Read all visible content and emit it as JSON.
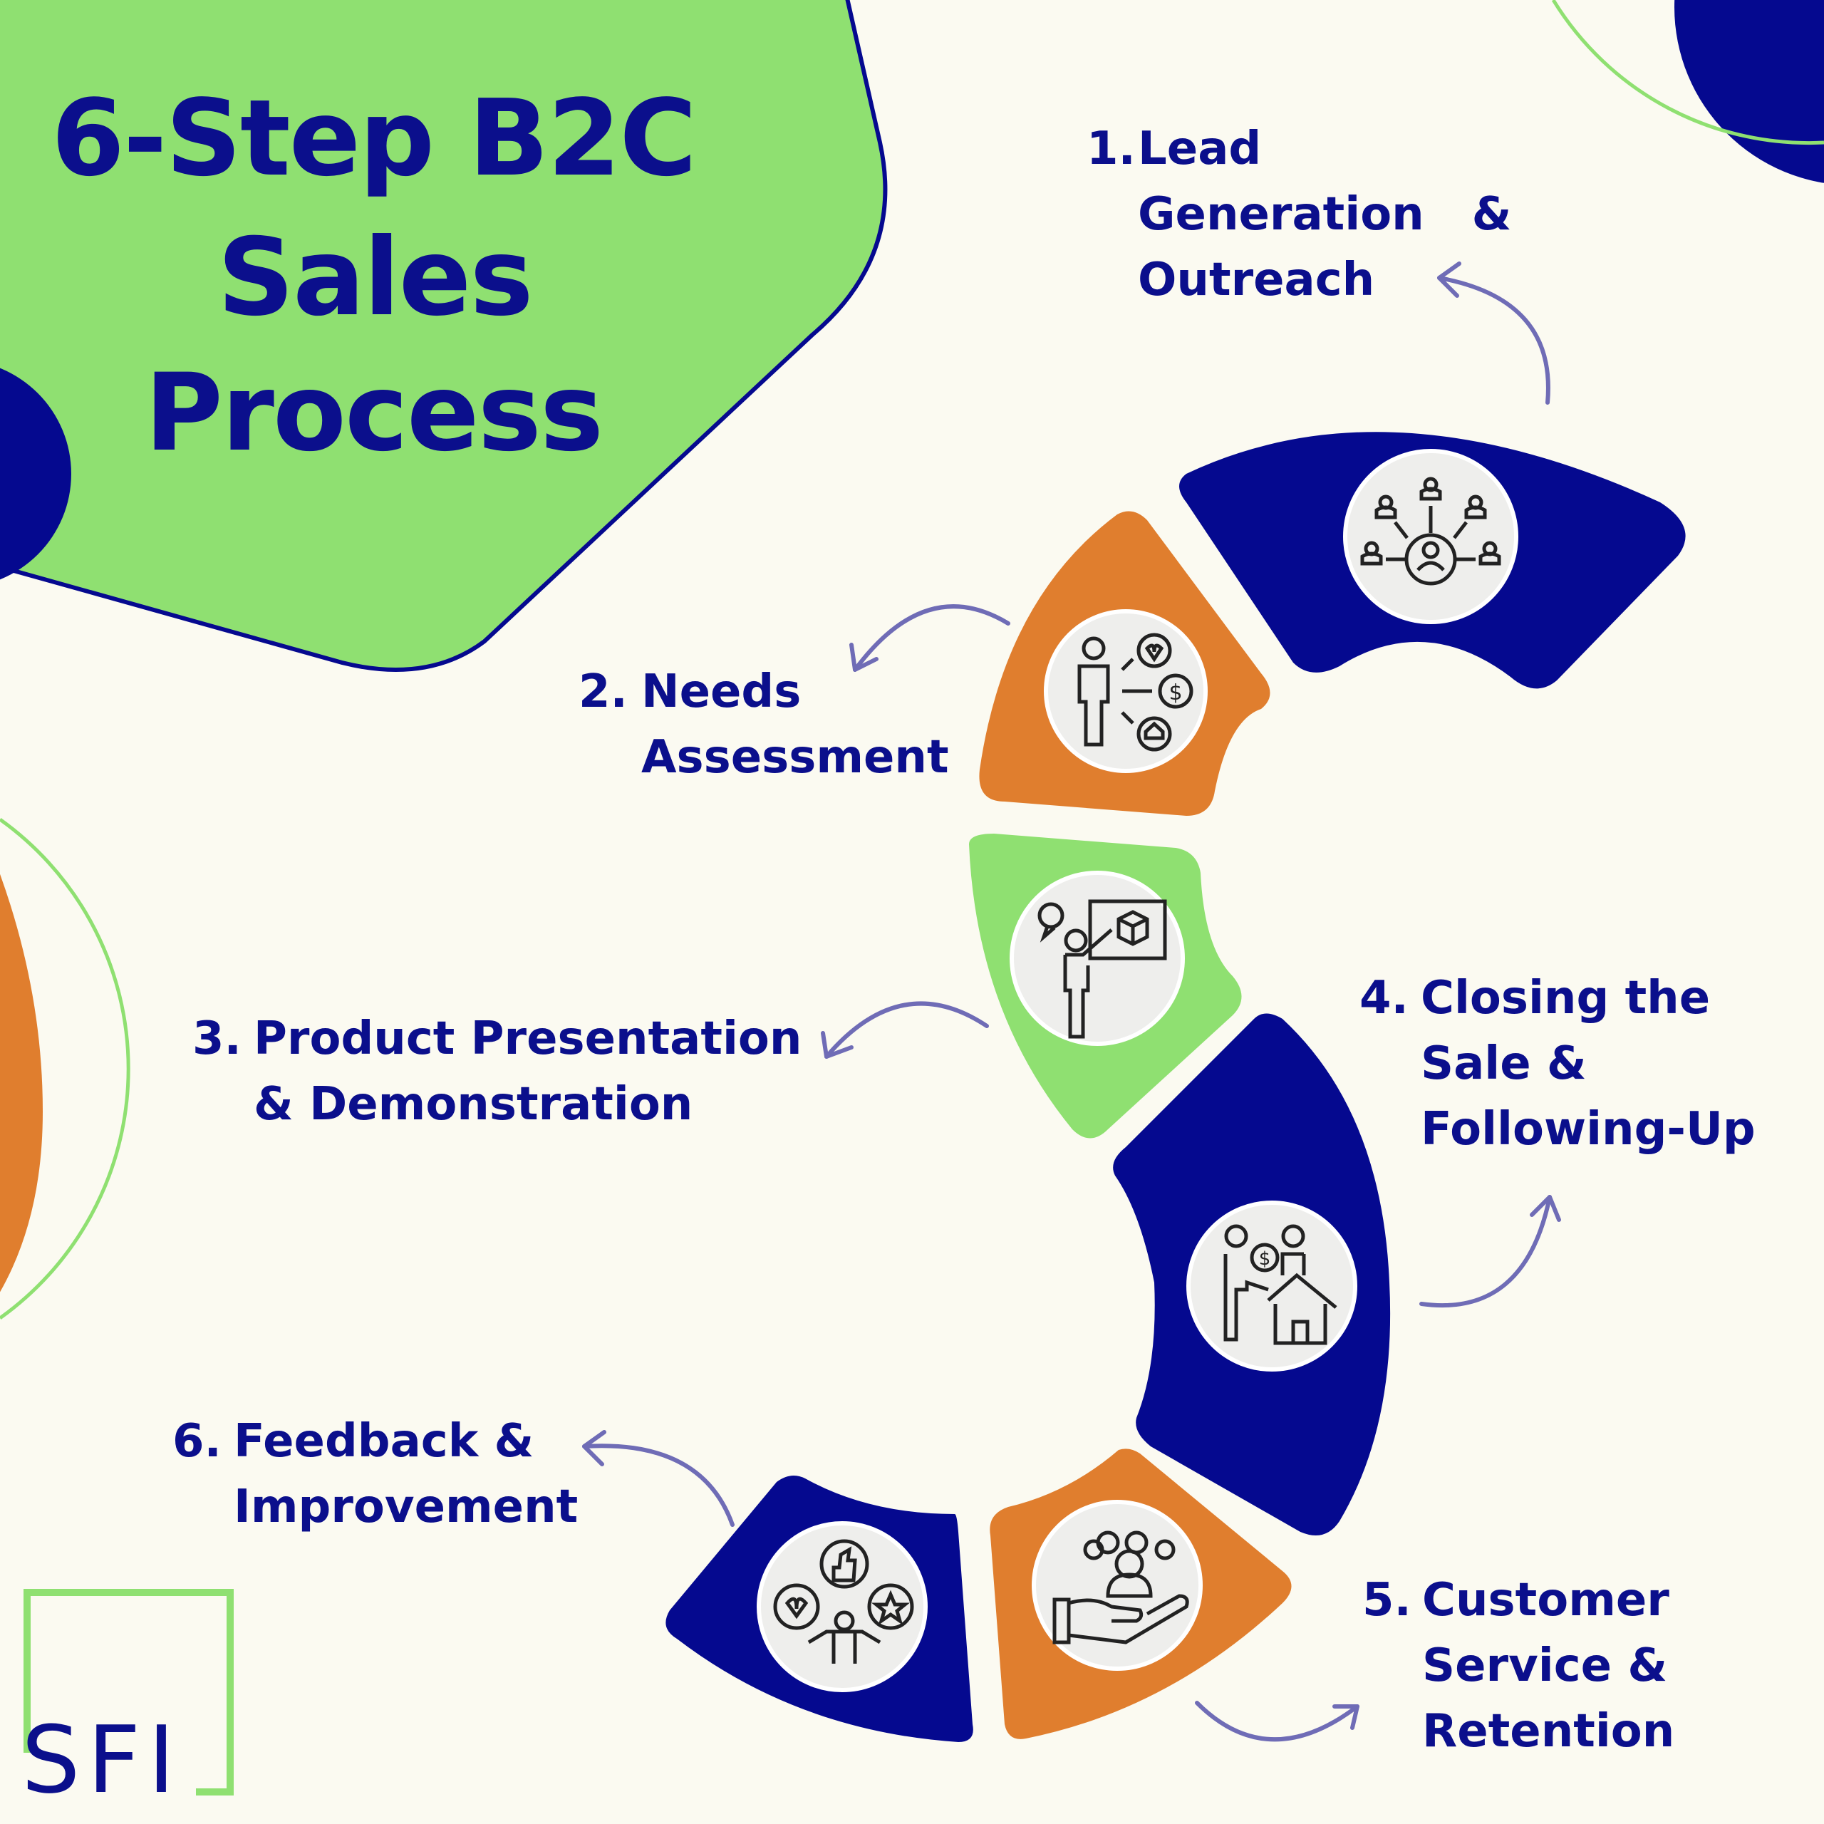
{
  "title": {
    "line1": "6-Step B2C",
    "line2": "Sales",
    "line3": "Process"
  },
  "colors": {
    "background": "#fbfaf1",
    "navy": "#05098f",
    "green": "#8fe071",
    "orange": "#e07e2e",
    "arrow": "#6f6cb6",
    "text": "#0b0f8c"
  },
  "steps": [
    {
      "number": "1.",
      "lines": [
        "Lead",
        "Generation   &",
        "Outreach"
      ],
      "color": "navy",
      "icon": "network-people-icon"
    },
    {
      "number": "2.",
      "lines": [
        "Needs",
        "Assessment"
      ],
      "color": "orange",
      "icon": "person-needs-icon"
    },
    {
      "number": "3.",
      "lines": [
        "Product Presentation",
        "& Demonstration"
      ],
      "color": "green",
      "icon": "presenter-board-icon"
    },
    {
      "number": "4.",
      "lines": [
        "Closing the",
        "Sale &",
        "Following-Up"
      ],
      "color": "navy",
      "icon": "handshake-house-icon"
    },
    {
      "number": "5.",
      "lines": [
        "Customer",
        "Service &",
        "Retention"
      ],
      "color": "orange",
      "icon": "hand-group-icon"
    },
    {
      "number": "6.",
      "lines": [
        "Feedback &",
        "Improvement"
      ],
      "color": "navy",
      "icon": "feedback-person-icon"
    }
  ],
  "logo": {
    "text": "SFI"
  }
}
